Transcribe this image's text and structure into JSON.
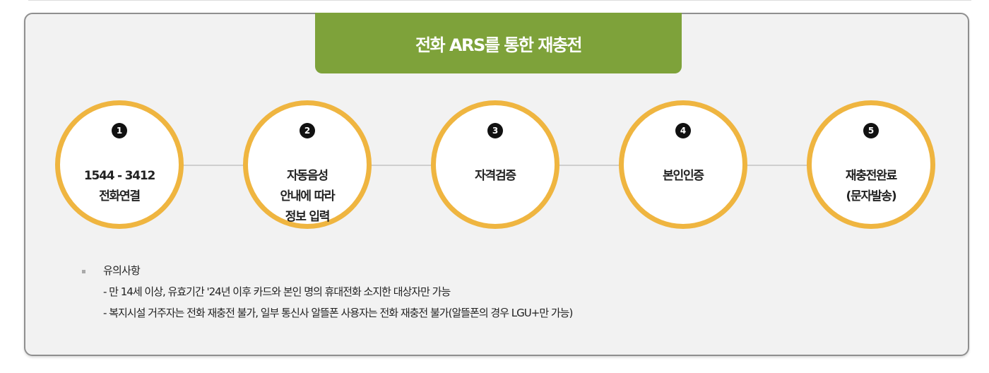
{
  "title": "전화 ARS를 통한 재충전",
  "steps": [
    {
      "number": "1",
      "lines": [
        "1544 - 3412",
        "전화연결"
      ]
    },
    {
      "number": "2",
      "lines": [
        "자동음성",
        "안내에 따라",
        "정보 입력"
      ]
    },
    {
      "number": "3",
      "lines": [
        "자격검증"
      ]
    },
    {
      "number": "4",
      "lines": [
        "본인인증"
      ]
    },
    {
      "number": "5",
      "lines": [
        "재충전완료",
        "(문자발송)"
      ]
    }
  ],
  "notes": {
    "heading": "유의사항",
    "items": [
      "- 만 14세 이상, 유효기간 '24년 이후 카드와 본인 명의 휴대전화 소지한 대상자만 가능",
      "- 복지시설 거주자는 전화 재충전 불가, 일부 통신사 알뜰폰 사용자는 전화 재충전 불가(알뜰폰의 경우 LGU+만 가능)"
    ]
  },
  "colors": {
    "title_bg": "#7ea23a",
    "circle_border": "#efb540",
    "panel_bg": "#f2f2f2"
  }
}
